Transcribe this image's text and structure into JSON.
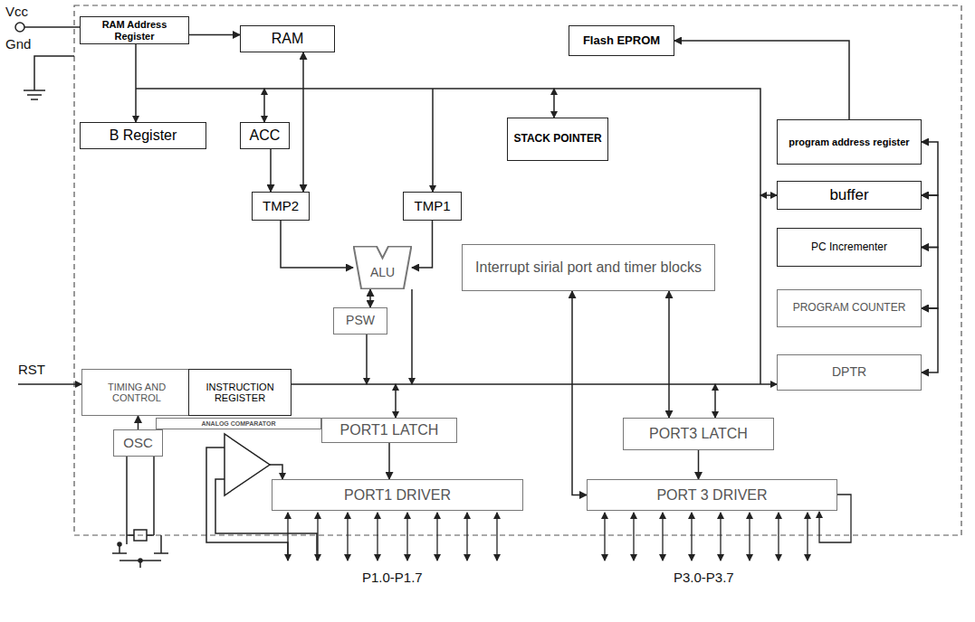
{
  "diagram": {
    "nodes": [
      {
        "text": [
          "RAM Address Register"
        ]
      },
      {
        "text": [
          "RAM"
        ]
      },
      {
        "text": [
          "Flash EPROM"
        ]
      },
      {
        "text": [
          "B Register"
        ]
      },
      {
        "text": [
          "ACC"
        ]
      },
      {
        "text": [
          "STACK POINTER"
        ]
      },
      {
        "text": [
          "program address register"
        ]
      },
      {
        "text": [
          "buffer"
        ]
      },
      {
        "text": [
          "PC Incrementer"
        ]
      },
      {
        "text": [
          "TMP2"
        ]
      },
      {
        "text": [
          "TMP1"
        ]
      },
      {
        "text": [
          "ALU"
        ]
      },
      {
        "text": [
          "Interrupt sirial port and timer blocks"
        ]
      },
      {
        "text": [
          "PROGRAM COUNTER"
        ]
      },
      {
        "text": [
          "PSW"
        ]
      },
      {
        "text": [
          "DPTR"
        ]
      },
      {
        "text": [
          "TIMING AND CONTROL"
        ]
      },
      {
        "text": [
          "INSTRUCTION REGISTER"
        ]
      },
      {
        "text": [
          "ANALOG COMPARATOR"
        ]
      },
      {
        "text": [
          "PORT1 LATCH"
        ]
      },
      {
        "text": [
          "PORT3 LATCH"
        ]
      },
      {
        "text": [
          "OSC"
        ]
      },
      {
        "text": [
          "PORT1 DRIVER"
        ]
      },
      {
        "text": [
          "PORT 3 DRIVER"
        ]
      }
    ],
    "edges": [
      {
        "from": 0,
        "to": 1,
        "arrow": "to"
      },
      {
        "from": 6,
        "to": 2,
        "arrow": "to"
      },
      {
        "from": 4,
        "to": 9,
        "arrow": "to"
      },
      {
        "from": 1,
        "to": 9,
        "arrow": "both"
      },
      {
        "from": 9,
        "to": 11,
        "arrow": "to"
      },
      {
        "from": 10,
        "to": 11,
        "arrow": "to"
      },
      {
        "from": 11,
        "to": 14,
        "arrow": "both"
      },
      {
        "from": 6,
        "to": 7,
        "arrow": "both"
      },
      {
        "from": 7,
        "to": 8,
        "arrow": "both"
      },
      {
        "from": 8,
        "to": 13,
        "arrow": "both"
      },
      {
        "from": 13,
        "to": 15,
        "arrow": "both"
      },
      {
        "from": 12,
        "to": 20,
        "arrow": "both"
      },
      {
        "from": 12,
        "to": 23,
        "arrow": "both"
      },
      {
        "from": 21,
        "to": 16,
        "arrow": "to"
      },
      {
        "from": 19,
        "to": 22,
        "arrow": "to"
      },
      {
        "from": 20,
        "to": 23,
        "arrow": "to"
      }
    ],
    "labels": [
      "Vcc",
      "Gnd",
      "RST",
      "P1.0-P1.7",
      "P3.0-P3.7"
    ]
  }
}
